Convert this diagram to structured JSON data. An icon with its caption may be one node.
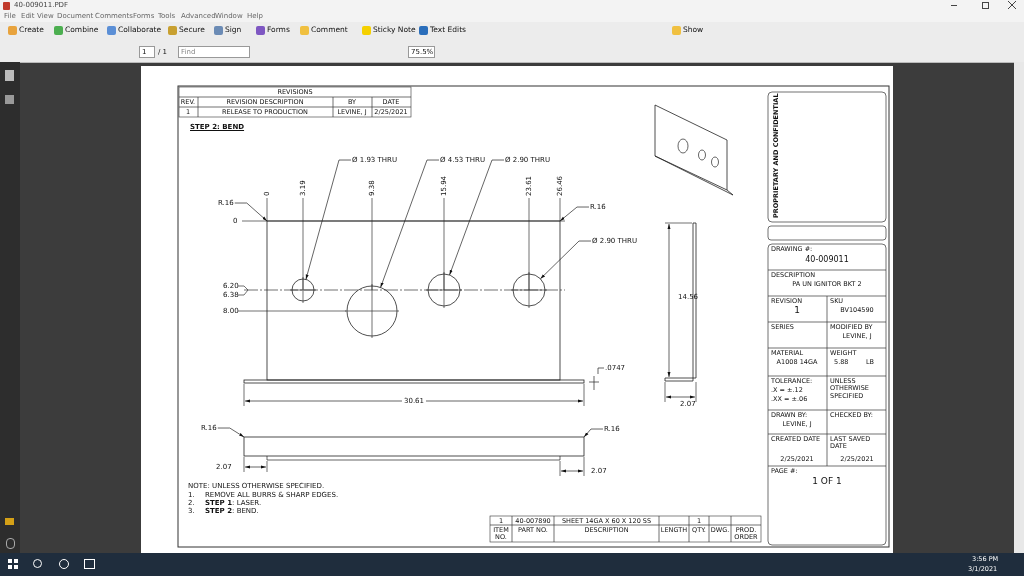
{
  "diagram": {
    "nodes": [
      {
        "text": [],
        "shape": "picture"
      },
      {
        "text": [
          "Ø 1.93 THRU"
        ]
      },
      {
        "text": [
          "Ø 4.53 THRU"
        ]
      },
      {
        "text": [
          "Ø 2.90 THRU"
        ]
      },
      {
        "text": [
          "Ø 2.90 THRU"
        ]
      },
      {
        "text": [],
        "shape": "circle",
        "in": 0
      },
      {
        "text": [],
        "shape": "circle",
        "in": 0
      },
      {
        "text": [],
        "shape": "circle",
        "in": 0
      },
      {
        "text": [],
        "shape": "circle",
        "in": 0
      },
      {
        "text": [
          "R.16"
        ]
      },
      {
        "text": [
          "R.16"
        ]
      },
      {
        "text": [
          "R.16"
        ]
      },
      {
        "text": [
          "R.16"
        ]
      },
      {
        "text": [],
        "shape": "box"
      }
    ],
    "edges": [
      {
        "from": 1,
        "to": 5,
        "arrow": "to"
      },
      {
        "from": 2,
        "to": 6,
        "arrow": "to"
      },
      {
        "from": 3,
        "to": 7,
        "arrow": "to"
      },
      {
        "from": 4,
        "to": 8,
        "arrow": "to"
      },
      {
        "from": 9,
        "to": 0,
        "arrow": "to"
      },
      {
        "from": 10,
        "to": 0,
        "arrow": "to"
      },
      {
        "from": 11,
        "to": 13,
        "arrow": "to"
      },
      {
        "from": 12,
        "to": 13,
        "arrow": "to"
      }
    ],
    "labels": [
      "40-009011.PDF",
      "File",
      "Edit",
      "View",
      "Document",
      "Comments",
      "Forms",
      "Tools",
      "Advanced",
      "Window",
      "Help",
      "Create",
      "Combine",
      "Collaborate",
      "Secure",
      "Sign",
      "Forms",
      "Comment",
      "Sticky Note",
      "Text Edits",
      "Show",
      "1",
      "/ 1",
      "Find",
      "75.5%",
      "REVISIONS",
      "REV.",
      "REVISION DESCRIPTION",
      "BY",
      "DATE",
      "1",
      "RELEASE TO PRODUCTION",
      "LEVINE, J",
      "2/25/2021",
      "STEP 2: BEND",
      "0",
      "3.19",
      "9.38",
      "15.94",
      "23.61",
      "26.46",
      "0",
      "6.20",
      "6.38",
      "8.00",
      ".0747",
      "30.61",
      "14.56",
      "2.07",
      "2.07",
      "2.07",
      "PROPRIETARY AND CONFIDENTIAL",
      "DRAWING #:",
      "40-009011",
      "DESCRIPTION",
      "PA UN IGNITOR BKT 2",
      "REVISION",
      "1",
      "SKU",
      "BV104590",
      "SERIES",
      "MODIFIED BY",
      "LEVINE, J",
      "MATERIAL",
      "A1008 14GA",
      "WEIGHT",
      "5.88",
      "LB",
      "TOLERANCE:",
      ".X = ±.12",
      ".XX = ±.06",
      "UNLESS OTHERWISE SPECIFIED",
      "DRAWN BY:",
      "LEVINE, J",
      "CHECKED BY:",
      "CREATED DATE",
      "LAST SAVED DATE",
      "2/25/2021",
      "2/25/2021",
      "PAGE #:",
      "1 OF 1",
      "NOTE: UNLESS OTHERWISE SPECIFIED.",
      "1.",
      "REMOVE ALL BURRS & SHARP EDGES.",
      "2.",
      "**STEP 1**: LASER.",
      "3.",
      "**STEP 2**: BEND.",
      "1",
      "40-007890",
      "SHEET 14GA X 60 X 120 SS",
      "1",
      "ITEM NO.",
      "PART NO.",
      "DESCRIPTION",
      "LENGTH",
      "QTY.",
      "DWG.",
      "PROD. ORDER",
      "3:56 PM",
      "3/1/2021"
    ]
  }
}
